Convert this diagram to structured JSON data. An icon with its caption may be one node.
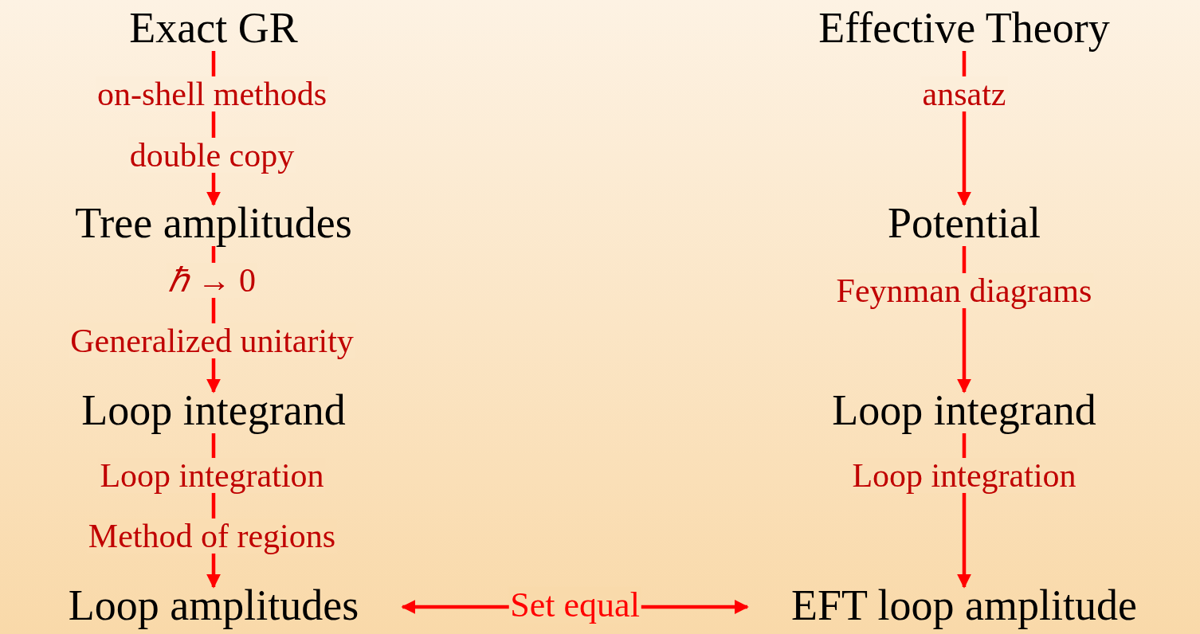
{
  "diagram": {
    "nodes": [
      {
        "text": [
          "Exact GR"
        ]
      },
      {
        "text": [
          "Effective Theory"
        ]
      },
      {
        "text": [
          "Tree amplitudes"
        ]
      },
      {
        "text": [
          "Potential"
        ]
      },
      {
        "text": [
          "Loop integrand"
        ]
      },
      {
        "text": [
          "Loop integrand"
        ]
      },
      {
        "text": [
          "Loop amplitudes"
        ]
      },
      {
        "text": [
          "EFT loop amplitude"
        ]
      }
    ],
    "edges": [
      {
        "from": 0,
        "to": 2,
        "arrow": "to"
      },
      {
        "from": 1,
        "to": 3,
        "arrow": "to"
      },
      {
        "from": 2,
        "to": 4,
        "arrow": "to"
      },
      {
        "from": 3,
        "to": 5,
        "arrow": "to"
      },
      {
        "from": 4,
        "to": 6,
        "arrow": "to"
      },
      {
        "from": 5,
        "to": 7,
        "arrow": "to"
      },
      {
        "from": 6,
        "to": 7,
        "arrow": "both",
        "label": "Set equal"
      }
    ],
    "labels": [
      "on-shell methods",
      "ansatz",
      "double copy",
      "*ℏ* → 0",
      "Feynman diagrams",
      "Generalized unitarity",
      "Loop integration",
      "Loop integration",
      "Method of regions"
    ]
  }
}
